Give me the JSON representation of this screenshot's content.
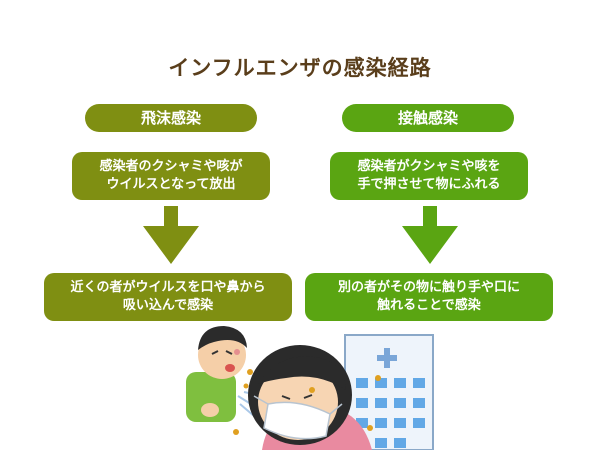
{
  "title": "インフルエンザの感染経路",
  "colors": {
    "left": "#7f8f12",
    "right": "#5aa512",
    "title": "#5a3e1b"
  },
  "left": {
    "heading": "飛沫感染",
    "step1": "感染者のクシャミや咳が\nウイルスとなって放出",
    "step2": "近くの者がウイルスを口や鼻から\n吸い込んで感染"
  },
  "right": {
    "heading": "接触感染",
    "step1": "感染者がクシャミや咳を\n手で押させて物にふれる",
    "step2": "別の者がその物に触り手や口に\n触れることで感染"
  },
  "illustration": {
    "sneezing-boy-icon": "boy sneezing",
    "masked-woman-icon": "woman with mask",
    "hospital-icon": "building"
  }
}
